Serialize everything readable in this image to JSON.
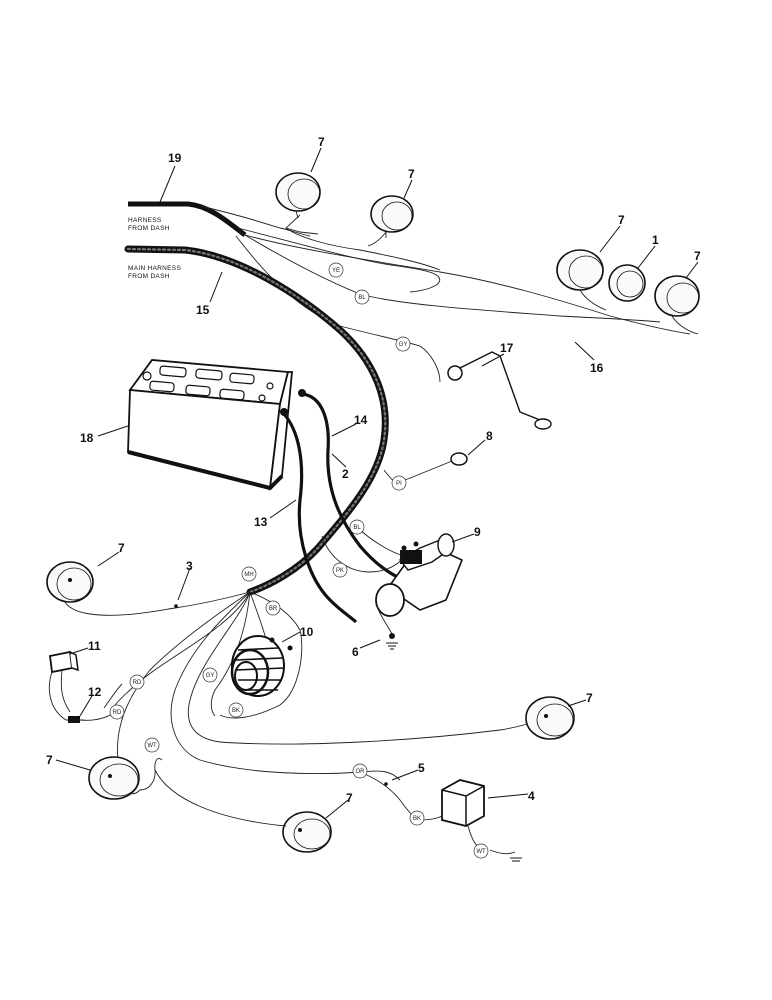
{
  "harness_labels": {
    "dash_harness_line1": "HARNESS",
    "dash_harness_line2": "FROM DASH",
    "main_harness_line1": "MAIN HARNESS",
    "main_harness_line2": "FROM DASH"
  },
  "callouts": {
    "c1": "1",
    "c2": "2",
    "c3": "3",
    "c4": "4",
    "c5": "5",
    "c6": "6",
    "c7": "7",
    "c8": "8",
    "c9": "9",
    "c10": "10",
    "c11": "11",
    "c12": "12",
    "c13": "13",
    "c14": "14",
    "c15": "15",
    "c16": "16",
    "c17": "17",
    "c18": "18",
    "c19": "19"
  },
  "wire_tags": {
    "t_ye": "YE",
    "t_bl_top": "BL",
    "t_gy_top": "GY",
    "t_pi": "PI",
    "t_bl_starter": "BL",
    "t_pk": "PK",
    "t_mh": "MH",
    "t_br": "BR",
    "t_gy_mid": "GY",
    "t_rd": "RD",
    "t_rd2": "RD",
    "t_bk": "BK",
    "t_wt": "WT",
    "t_or": "OR",
    "t_bk2": "BK",
    "t_wt2": "WT"
  },
  "colors": {
    "ink": "#111111",
    "paper": "#ffffff"
  }
}
